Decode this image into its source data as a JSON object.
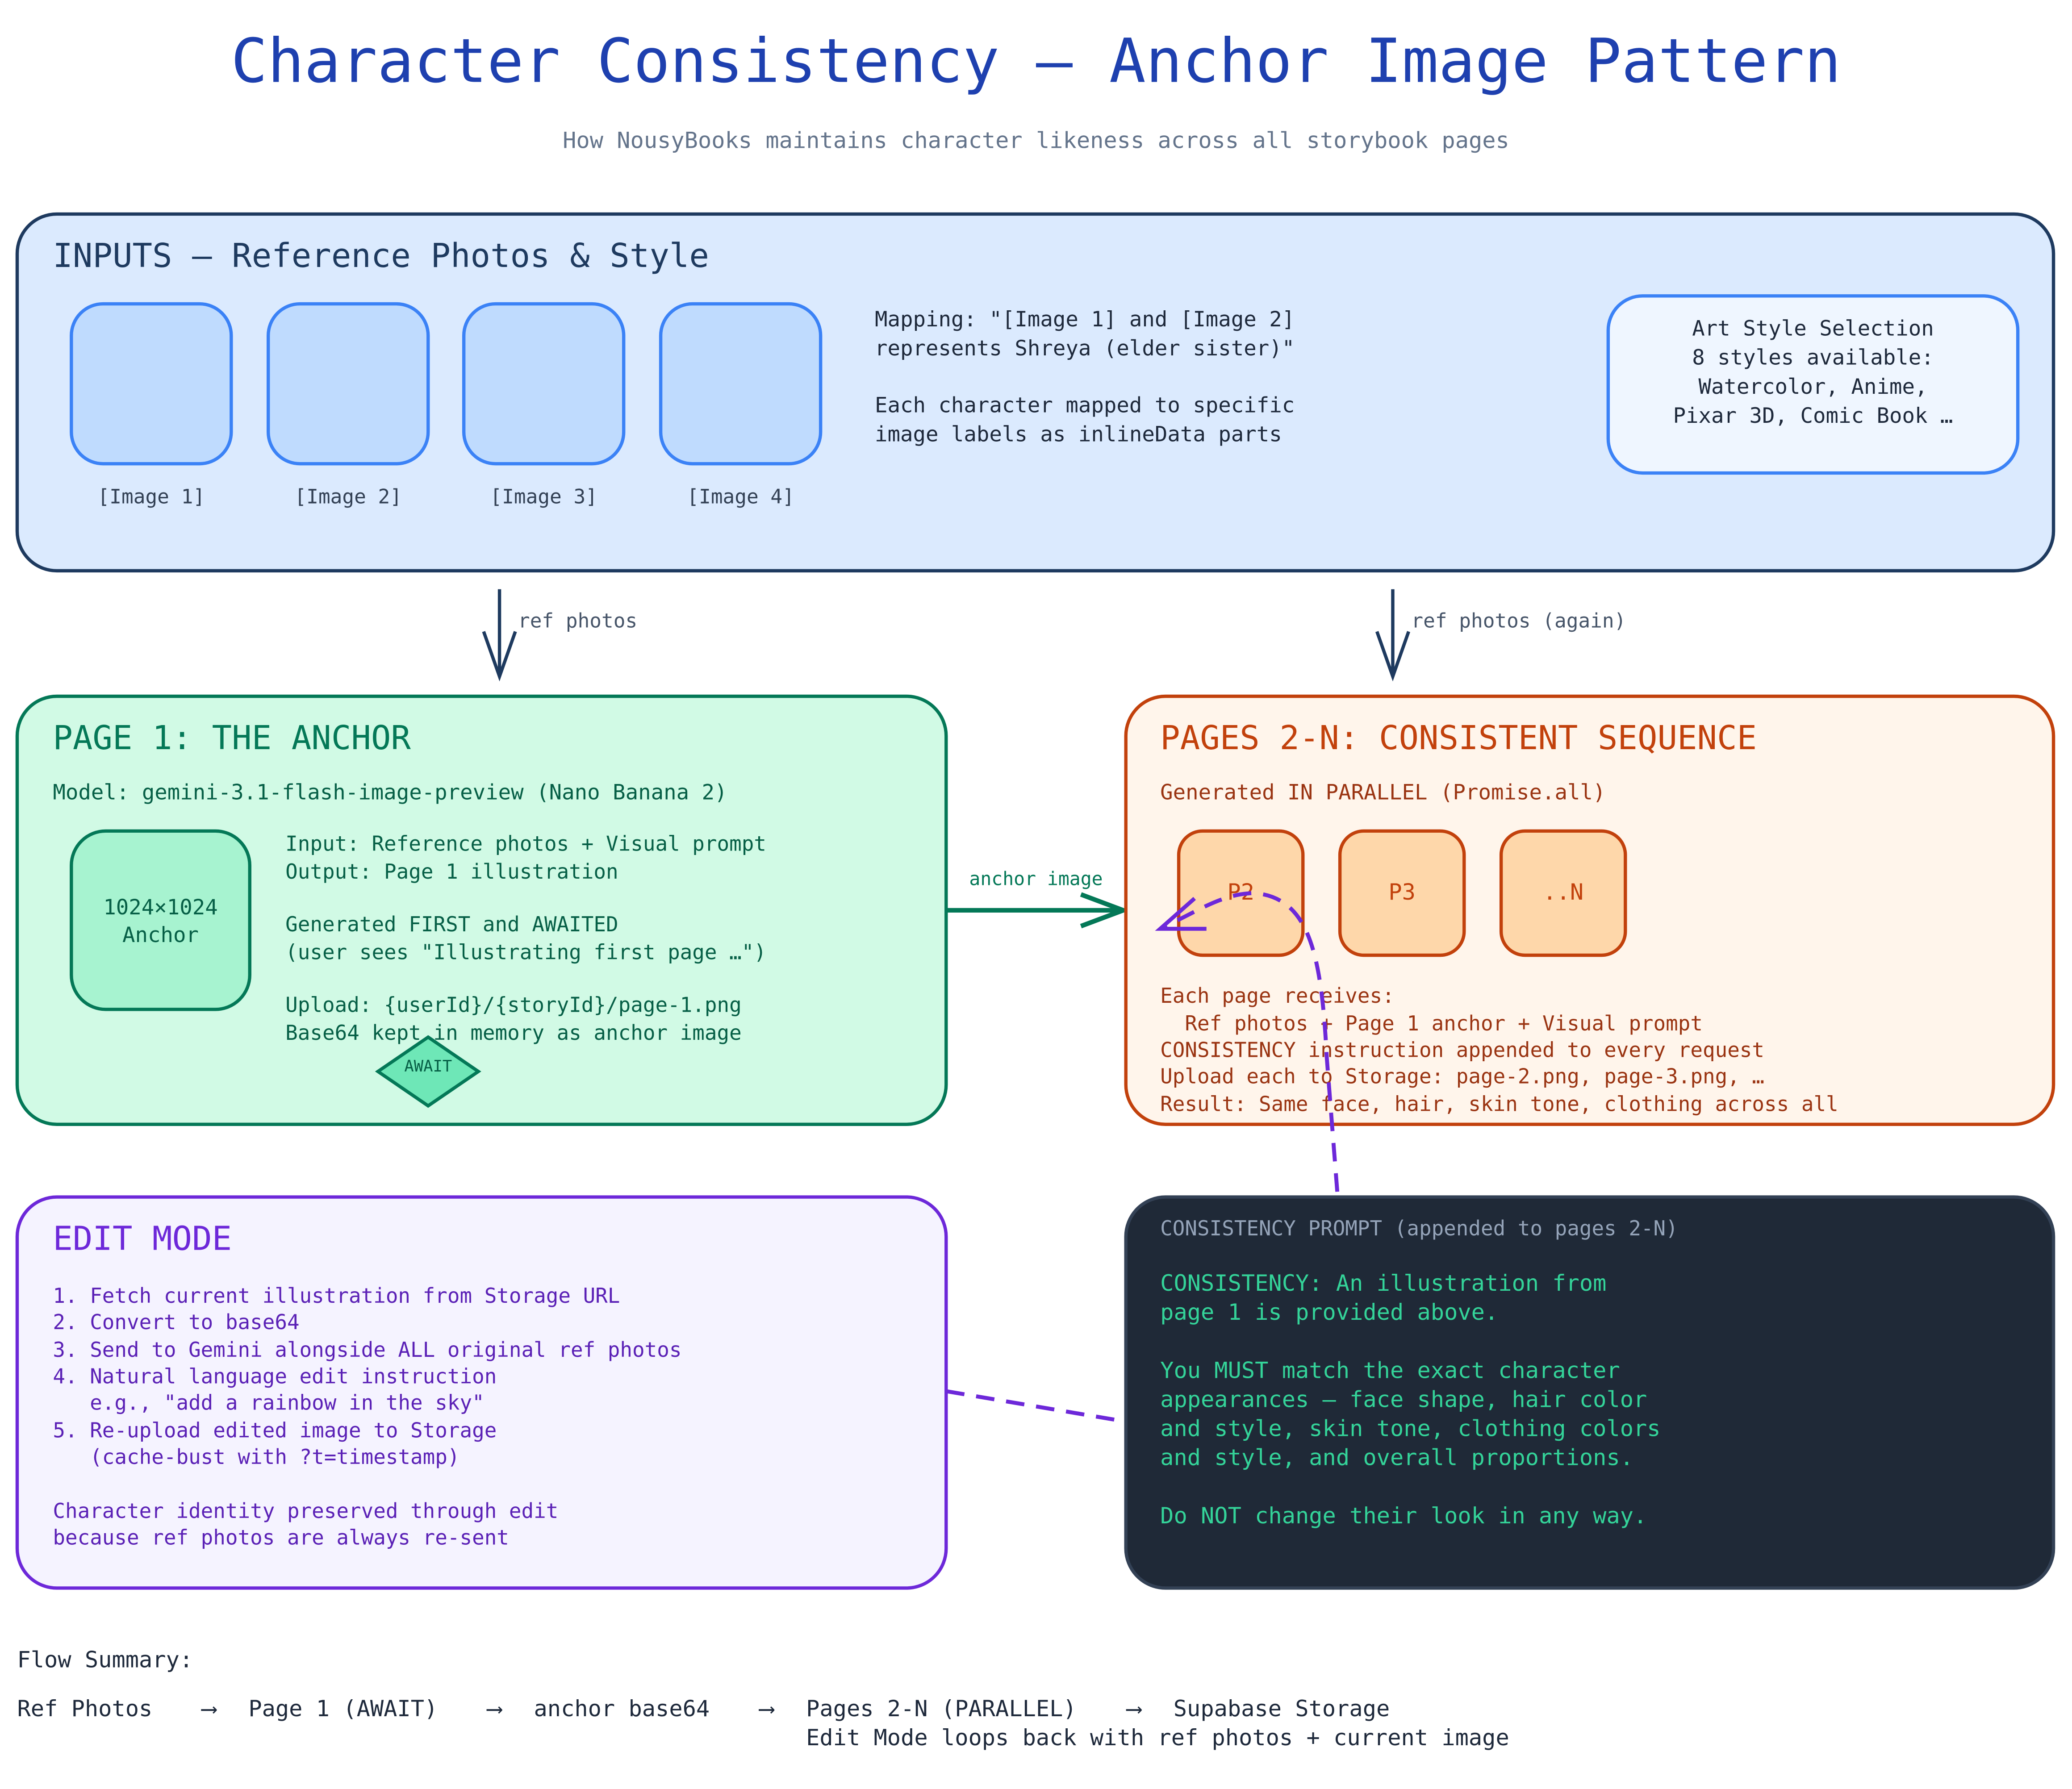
{
  "title": "Character Consistency — Anchor Image Pattern",
  "subtitle": "How NousyBooks maintains character likeness across all storybook pages",
  "colors": {
    "title": "#1e40af",
    "inputs_border": "#1e3a5f",
    "inputs_fill": "#dbeafe",
    "anchor_border": "#047857",
    "anchor_fill": "#d1fae5",
    "sequence_border": "#c2410c",
    "sequence_fill": "#fff5eb",
    "edit_border": "#6d28d9",
    "edit_fill": "#f5f3ff",
    "prompt_fill": "#1f2937",
    "prompt_text": "#34d399"
  },
  "inputs": {
    "heading": "INPUTS — Reference Photos & Style",
    "photos": [
      "[Image 1]",
      "[Image 2]",
      "[Image 3]",
      "[Image 4]"
    ],
    "mapping_lines": [
      "Mapping: \"[Image 1] and [Image 2]",
      "represents Shreya (elder sister)\"",
      "",
      "Each character mapped to specific",
      "image labels as inlineData parts"
    ],
    "style_box": [
      "Art Style Selection",
      "8 styles available:",
      "Watercolor, Anime,",
      "Pixar 3D, Comic Book …"
    ]
  },
  "arrows": {
    "ref_photos": "ref photos",
    "ref_photos_again": "ref photos (again)",
    "anchor_image": "anchor image"
  },
  "anchor": {
    "heading": "PAGE 1: THE ANCHOR",
    "model": "Model: gemini-3.1-flash-image-preview (Nano Banana 2)",
    "box_line1": "1024×1024",
    "box_line2": "Anchor",
    "lines": [
      "Input: Reference photos + Visual prompt",
      "Output: Page 1 illustration",
      "",
      "Generated FIRST and AWAITED",
      "(user sees \"Illustrating first page …\")",
      "",
      "Upload: {userId}/{storyId}/page-1.png",
      "Base64 kept in memory as anchor image"
    ],
    "await": "AWAIT"
  },
  "sequence": {
    "heading": "PAGES 2-N: CONSISTENT SEQUENCE",
    "sub": "Generated IN PARALLEL (Promise.all)",
    "pages": [
      "P2",
      "P3",
      "..N"
    ],
    "lines": [
      "Each page receives:",
      "  Ref photos + Page 1 anchor + Visual prompt",
      "CONSISTENCY instruction appended to every request",
      "Upload each to Storage: page-2.png, page-3.png, …",
      "Result: Same face, hair, skin tone, clothing across all"
    ]
  },
  "edit": {
    "heading": "EDIT MODE",
    "lines": [
      "1. Fetch current illustration from Storage URL",
      "2. Convert to base64",
      "3. Send to Gemini alongside ALL original ref photos",
      "4. Natural language edit instruction",
      "   e.g., \"add a rainbow in the sky\"",
      "5. Re-upload edited image to Storage",
      "   (cache-bust with ?t=timestamp)",
      "",
      "Character identity preserved through edit",
      "because ref photos are always re-sent"
    ]
  },
  "prompt": {
    "heading": "CONSISTENCY PROMPT (appended to pages 2-N)",
    "lines": [
      "CONSISTENCY: An illustration from",
      "page 1 is provided above.",
      "",
      "You MUST match the exact character",
      "appearances — face shape, hair color",
      "and style, skin tone, clothing colors",
      "and style, and overall proportions.",
      "",
      "Do NOT change their look in any way."
    ]
  },
  "flow": {
    "heading": "Flow Summary:",
    "steps": [
      "Ref Photos",
      "Page 1 (AWAIT)",
      "anchor base64",
      "Pages 2-N (PARALLEL)",
      "Supabase Storage"
    ],
    "arrow": "⟶",
    "note": "Edit Mode loops back with ref photos + current image"
  }
}
